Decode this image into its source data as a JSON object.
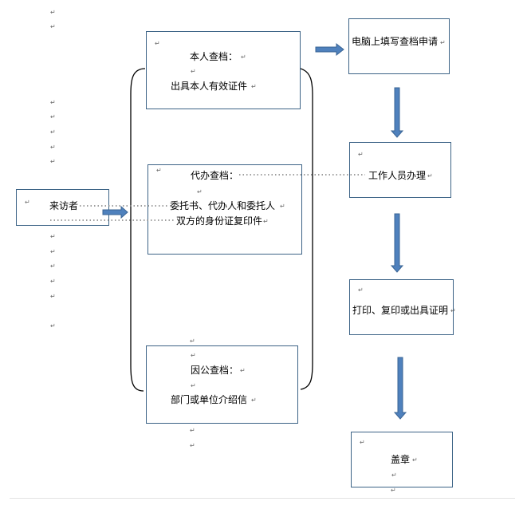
{
  "visitor": {
    "label": "来访者"
  },
  "self_check": {
    "title": "本人查档：",
    "line1": "出具本人有效证件"
  },
  "proxy_check": {
    "title": "代办查档：",
    "line1": "委托书、代办人和委托人",
    "line2": "双方的身份证复印件"
  },
  "official_check": {
    "title": "因公查档：",
    "line1": "部门或单位介绍信"
  },
  "steps": [
    {
      "label": "电脑上填写查档申请"
    },
    {
      "label": "工作人员办理"
    },
    {
      "label": "打印、复印或出具证明"
    },
    {
      "label": "盖章"
    }
  ],
  "para_mark": "↵",
  "colors": {
    "box_border": "#3c6386",
    "arrow_fill": "#4f81bd",
    "arrow_stroke": "#3a6494",
    "bracket": "#000000",
    "dotted": "#7f7f7f"
  }
}
